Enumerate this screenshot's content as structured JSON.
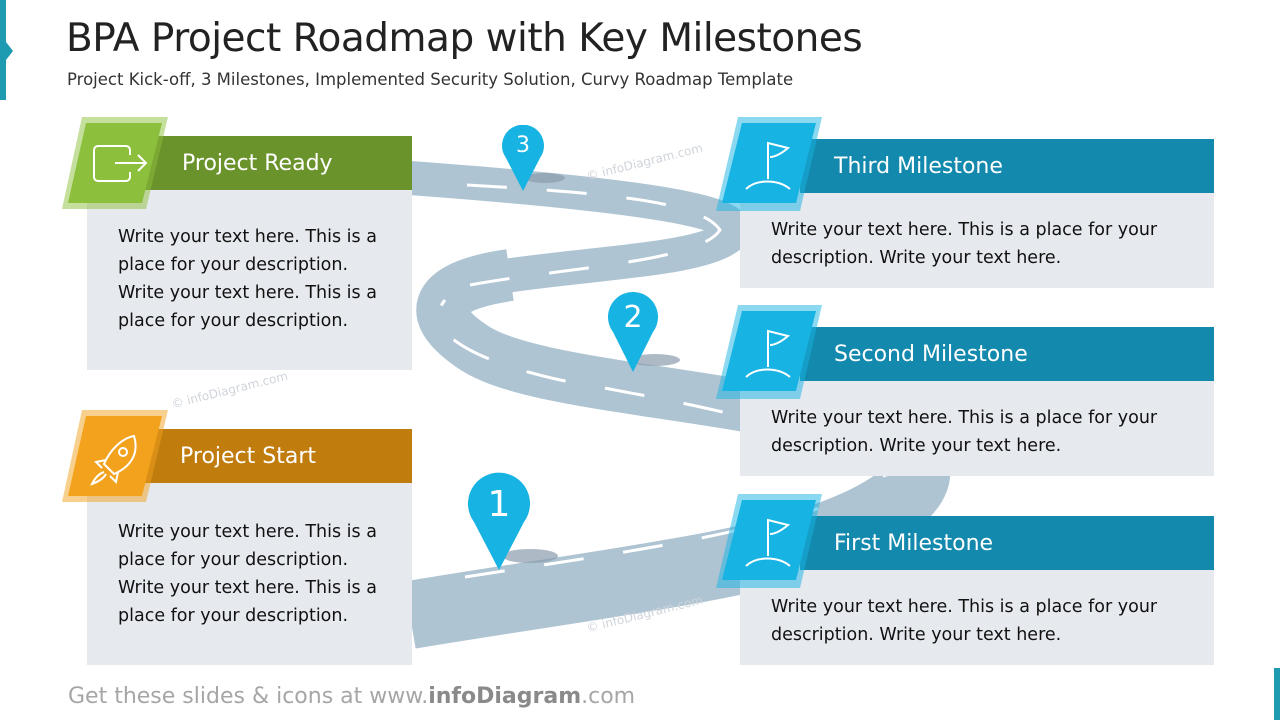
{
  "header": {
    "title": "BPA Project Roadmap with Key Milestones",
    "subtitle": "Project Kick-off, 3 Milestones, Implemented Security Solution, Curvy Roadmap Template"
  },
  "colors": {
    "green": "#6a932b",
    "green_light": "#8cc03c",
    "orange": "#c07c0d",
    "orange_light": "#f2a21d",
    "teal": "#1289ad",
    "blue": "#17b3e3",
    "road": "#aec4d3",
    "box": "#e6e9ee"
  },
  "cards": {
    "ready": {
      "title": "Project Ready",
      "icon": "exit-arrow-icon",
      "text": "Write your text here. This is a place for your description. Write your text here. This is a place for your description."
    },
    "start": {
      "title": "Project Start",
      "icon": "rocket-icon",
      "text": "Write your text here. This is a place for your description. Write your text here. This is a place for your description."
    },
    "third": {
      "title": "Third Milestone",
      "icon": "flag-icon",
      "text": "Write your text here. This is a place for your description. Write your text here."
    },
    "second": {
      "title": "Second Milestone",
      "icon": "flag-icon",
      "text": "Write your text here. This is a place for your description. Write your text here."
    },
    "first": {
      "title": "First Milestone",
      "icon": "flag-icon",
      "text": "Write your text here. This is a place for your description. Write your text here."
    }
  },
  "pins": [
    "1",
    "2",
    "3"
  ],
  "watermark": "© infoDiagram.com",
  "footer": {
    "prefix": "Get these slides & icons at www.",
    "brand": "infoDiagram",
    "suffix": ".com"
  }
}
